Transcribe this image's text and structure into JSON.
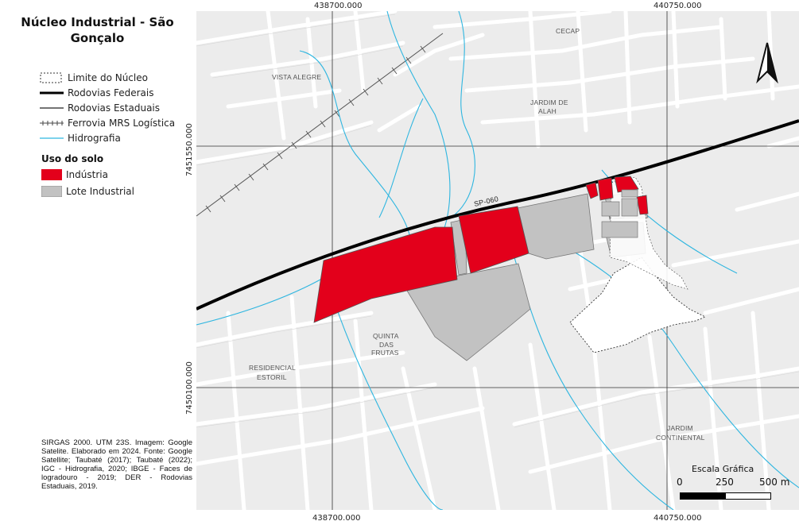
{
  "title": "Núcleo Industrial - São Gonçalo",
  "coords": {
    "top_left": "438700.000",
    "top_right": "440750.000",
    "bottom_left": "438700.000",
    "bottom_right": "440750.000",
    "left_upper": "7451550.000",
    "left_lower": "7450100.000"
  },
  "legend": {
    "items": [
      {
        "label": "Limite do Núcleo",
        "symbol": "dashed-box"
      },
      {
        "label": "Rodovias Federais",
        "symbol": "thick-line"
      },
      {
        "label": "Rodovias Estaduais",
        "symbol": "thin-line"
      },
      {
        "label": "Ferrovia MRS Logística",
        "symbol": "railway-line"
      },
      {
        "label": "Hidrografia",
        "symbol": "water-line"
      }
    ],
    "section_title": "Uso do solo",
    "landuse": [
      {
        "label": "Indústria",
        "color": "#e3001b"
      },
      {
        "label": "Lote Industrial",
        "color": "#c2c2c2"
      }
    ]
  },
  "credits": "SIRGAS 2000. UTM 23S. Imagem: Google Satelite. Elaborado em 2024. Fonte: Google Satellite; Taubaté (2017); Taubaté (2022); IGC - Hidrografia, 2020; IBGE - Faces de logradouro - 2019; DER - Rodovias Estaduais, 2019.",
  "map": {
    "road_label": "SP-060",
    "places": [
      {
        "name": "CECAP"
      },
      {
        "name": "VISTA ALEGRE"
      },
      {
        "name": "JARDIM DE"
      },
      {
        "name": "ALAH"
      },
      {
        "name": "QUINTA"
      },
      {
        "name": "DAS"
      },
      {
        "name": "FRUTAS"
      },
      {
        "name": "RESIDENCIAL"
      },
      {
        "name": "ESTORIL"
      },
      {
        "name": "JARDIM"
      },
      {
        "name": "CONTINENTAL"
      }
    ],
    "north_arrow": "north-arrow-icon"
  },
  "scale": {
    "title": "Escala Gráfica",
    "labels": [
      "0",
      "250",
      "500 m"
    ]
  },
  "colors": {
    "industry": "#e3001b",
    "lot": "#c2c2c2",
    "water": "#2fb6e0",
    "map_bg": "#ececec",
    "street": "#ffffff"
  }
}
